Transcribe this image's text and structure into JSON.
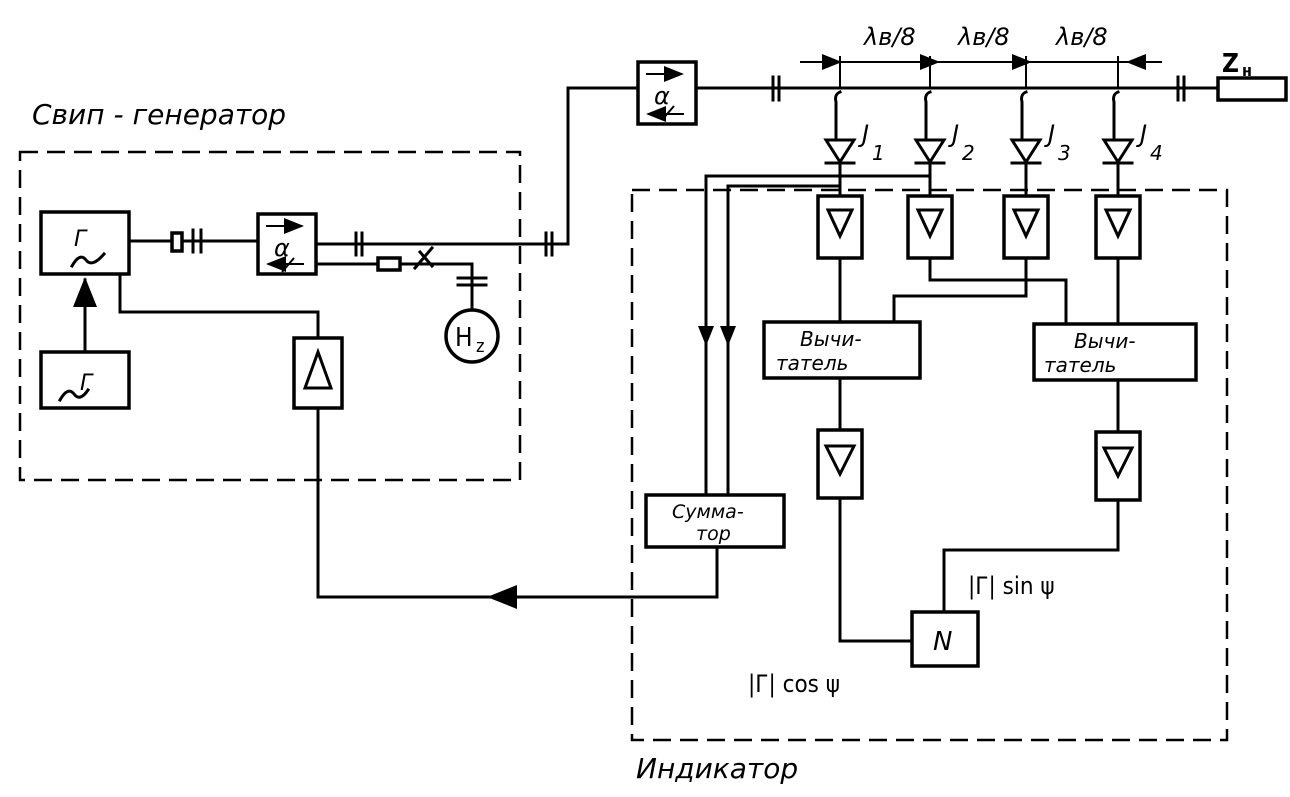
{
  "diagram": {
    "groups": {
      "sweep_generator": "Свип - генератор",
      "indicator": "Индикатор"
    },
    "labels": {
      "gamma": "Г",
      "alpha": "α",
      "hz": "H",
      "hz_sub": "z",
      "delta": "Δ",
      "zload": "Z",
      "zload_sub": "н",
      "spacing": "λв/8",
      "probe_prefix": "J",
      "probe_numbers": [
        "1",
        "2",
        "3",
        "4"
      ],
      "amp": "▽",
      "subtractor_line1": "Вычи-",
      "subtractor_line2": "татель",
      "summator_line1": "Сумма-",
      "summator_line2": "тор",
      "normalizer": "N",
      "output_sin": "|Г| sin ψ",
      "output_cos": "|Г| cos ψ"
    }
  }
}
